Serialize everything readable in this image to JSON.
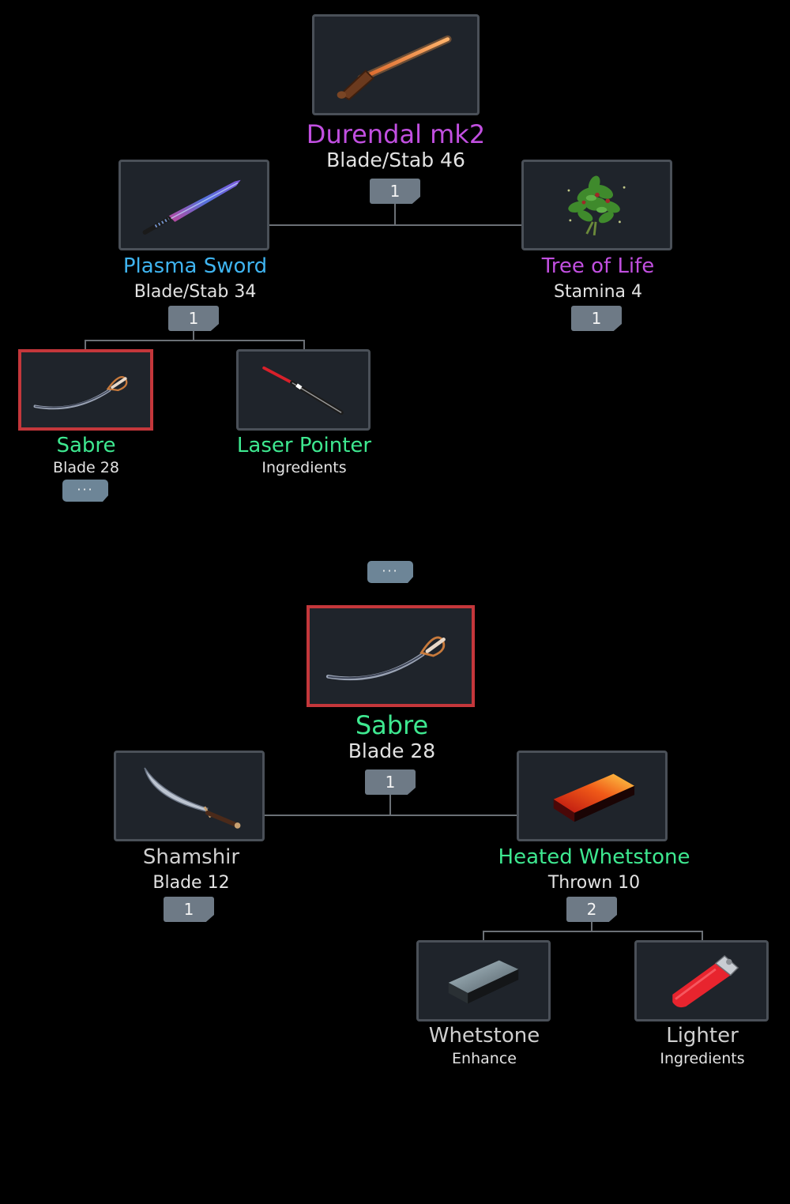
{
  "colors": {
    "purple": "#c14fe0",
    "blue": "#3fb4f0",
    "green": "#3ee890",
    "gray": "#cfcfcf",
    "selection": "#c4373b",
    "badge": "#6e7a86",
    "more": "#6d8597"
  },
  "upper_tree": {
    "root": {
      "name": "Durendal mk2",
      "stat": "Blade/Stab 46",
      "count": "1",
      "icon": "orange-sword-icon"
    },
    "plasma": {
      "name": "Plasma Sword",
      "stat": "Blade/Stab 34",
      "count": "1",
      "icon": "plasma-sword-icon"
    },
    "tree": {
      "name": "Tree of Life",
      "stat": "Stamina 4",
      "count": "1",
      "icon": "herb-icon"
    },
    "sabre": {
      "name": "Sabre",
      "stat": "Blade 28",
      "more": "···",
      "icon": "sabre-icon"
    },
    "laser": {
      "name": "Laser Pointer",
      "stat": "Ingredients",
      "icon": "laser-pointer-icon"
    }
  },
  "middle_more": "···",
  "lower_tree": {
    "root": {
      "name": "Sabre",
      "stat": "Blade 28",
      "count": "1",
      "icon": "sabre-icon"
    },
    "shamshir": {
      "name": "Shamshir",
      "stat": "Blade 12",
      "count": "1",
      "icon": "shamshir-icon"
    },
    "heated": {
      "name": "Heated Whetstone",
      "stat": "Thrown 10",
      "count": "2",
      "icon": "heated-whetstone-icon"
    },
    "whetstone": {
      "name": "Whetstone",
      "stat": "Enhance",
      "icon": "whetstone-icon"
    },
    "lighter": {
      "name": "Lighter",
      "stat": "Ingredients",
      "icon": "lighter-icon"
    }
  }
}
